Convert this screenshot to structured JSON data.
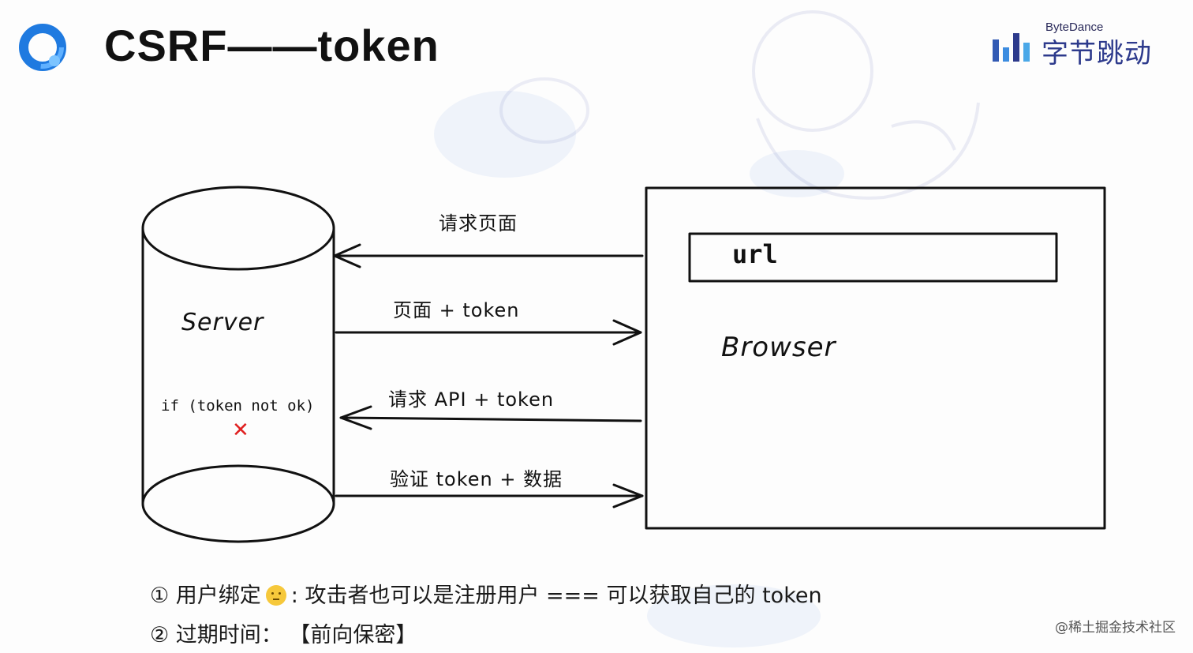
{
  "header": {
    "title": "CSRF——token",
    "brand_en": "ByteDance",
    "brand_cn": "字节跳动"
  },
  "diagram": {
    "server_label": "Server",
    "server_condition": "if (token not ok)",
    "server_reject_mark": "✕",
    "browser_label": "Browser",
    "url_label": "url",
    "arrows": [
      {
        "label": "请求页面",
        "direction": "browser-to-server"
      },
      {
        "label": "页面 + token",
        "direction": "server-to-browser"
      },
      {
        "label": "请求 API + token",
        "direction": "browser-to-server"
      },
      {
        "label": "验证 token + 数据",
        "direction": "server-to-browser"
      }
    ]
  },
  "notes": {
    "note1_prefix": "① 用户绑定",
    "note1_suffix": ": 攻击者也可以是注册用户 === 可以获取自己的 token",
    "note2": "② 过期时间： 【前向保密】"
  },
  "watermark": "@稀土掘金技术社区",
  "colors": {
    "accent_blue": "#1f7ae0",
    "reject_red": "#e02020",
    "brand_blue": "#2d3a8c"
  }
}
